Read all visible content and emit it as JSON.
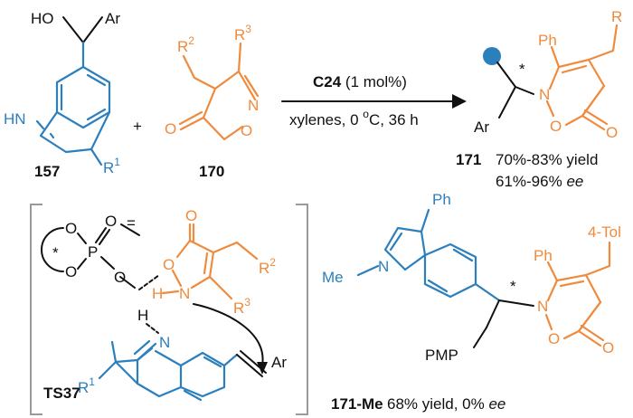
{
  "reactant1": {
    "label": "157",
    "hydroxyl": "HO",
    "aryl": "Ar",
    "nh": "HN",
    "r1": "R",
    "r1_sup": "1"
  },
  "plus": "+",
  "reactant2": {
    "label": "170",
    "r2": "R",
    "r2_sup": "2",
    "r3": "R",
    "r3_sup": "3",
    "carbonyl_o": "O",
    "ring_o": "O",
    "ring_n": "N"
  },
  "conditions": {
    "catalyst": "C24",
    "loading": "(1 mol%)",
    "solvent_temp_time": "xylenes, 0 ",
    "deg": "o",
    "unit_time": "C, 36 h"
  },
  "product": {
    "label": "171",
    "phenyl": "Ph",
    "r": "R",
    "star": "*",
    "aryl": "Ar",
    "n": "N",
    "ring_o": "O",
    "carbonyl_o": "O",
    "yield": "70%-83% yield",
    "ee_value": "61%-96% ",
    "ee_unit": "ee"
  },
  "transition_state": {
    "label": "TS37",
    "p": "P",
    "o1": "O",
    "o2": "O",
    "o3": "O",
    "o4": "O",
    "star": "*",
    "h1": "H",
    "h2": "H",
    "n_iso": "N",
    "o_iso": "O",
    "carbonyl_o": "O",
    "r2": "R",
    "r2_sup": "2",
    "r3": "R",
    "r3_sup": "3",
    "n_ind": "N",
    "r1": "R",
    "r1_sup": "1",
    "aryl": "Ar"
  },
  "methyl_product": {
    "label": "171-Me",
    "yield": "68% yield, 0% ",
    "ee_unit": "ee",
    "indole_ph": "Ph",
    "me": "Me",
    "n_ind": "N",
    "pmp": "PMP",
    "star": "*",
    "n": "N",
    "o": "O",
    "carbonyl_o": "O",
    "ph": "Ph",
    "tol": "4-Tol"
  },
  "colors": {
    "reactant_indole": "#2b7fbd",
    "reactant_isoxazolone": "#f08a3c"
  }
}
